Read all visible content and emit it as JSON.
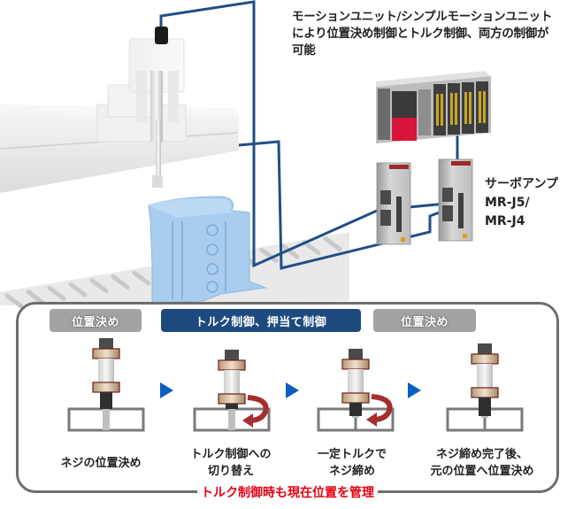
{
  "headline": {
    "lines": [
      "モーションユニット/シンプルモーションユニット",
      "により位置決め制御とトルク制御、両方の制御が",
      "可能"
    ]
  },
  "servo_amp_label": {
    "lines": [
      "サーボアンプ",
      "MR-J5/",
      "MR-J4"
    ]
  },
  "process": {
    "phases": [
      {
        "label": "位置決め",
        "style": "gray"
      },
      {
        "label": "トルク制御、押当て制御",
        "style": "blue"
      },
      {
        "label": "位置決め",
        "style": "gray"
      }
    ],
    "steps": [
      {
        "caption_lines": [
          "ネジの位置決め"
        ],
        "rotation_arrow": false
      },
      {
        "caption_lines": [
          "トルク制御への",
          "切り替え"
        ],
        "rotation_arrow": true
      },
      {
        "caption_lines": [
          "一定トルクで",
          "ネジ締め"
        ],
        "rotation_arrow": true
      },
      {
        "caption_lines": [
          "ネジ締め完了後、",
          "元の位置へ位置決め"
        ],
        "rotation_arrow": false
      }
    ],
    "footer_note": "トルク制御時も現在位置を管理"
  },
  "colors": {
    "cable": "#1f4e86",
    "phase_blue": "#1e4a7f",
    "phase_gray": "#a3a3a3",
    "step_arrow": "#0a5fc0",
    "footer_note": "#e60012",
    "workpiece": "#a9cdef",
    "plc_red": "#d8143a",
    "rotation_arrow": "#a3302e",
    "collar": "#c8a985"
  }
}
